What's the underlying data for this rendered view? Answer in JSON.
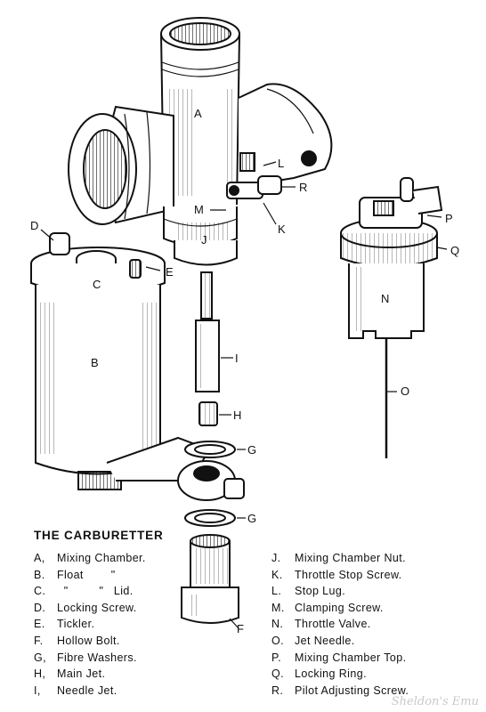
{
  "callouts": [
    "A",
    "B",
    "C",
    "D",
    "E",
    "F",
    "G",
    "G",
    "H",
    "I",
    "J",
    "K",
    "L",
    "M",
    "N",
    "O",
    "P",
    "Q",
    "R"
  ],
  "legend": {
    "title": "THE CARBURETTER",
    "entries": [
      {
        "key": "A,",
        "text": "Mixing Chamber."
      },
      {
        "key": "B.",
        "text": "Float        \""
      },
      {
        "key": "C.",
        "text": "  \"         \"   Lid."
      },
      {
        "key": "D.",
        "text": "Locking Screw."
      },
      {
        "key": "E.",
        "text": "Tickler."
      },
      {
        "key": "F.",
        "text": "Hollow Bolt."
      },
      {
        "key": "G,",
        "text": "Fibre Washers."
      },
      {
        "key": "H,",
        "text": "Main Jet."
      },
      {
        "key": "I,",
        "text": "Needle Jet."
      },
      {
        "key": "J.",
        "text": "Mixing Chamber Nut."
      },
      {
        "key": "K.",
        "text": "Throttle Stop Screw."
      },
      {
        "key": "L.",
        "text": "Stop Lug."
      },
      {
        "key": "M.",
        "text": "Clamping Screw."
      },
      {
        "key": "N.",
        "text": "Throttle Valve."
      },
      {
        "key": "O.",
        "text": "Jet Needle."
      },
      {
        "key": "P.",
        "text": "Mixing Chamber Top."
      },
      {
        "key": "Q.",
        "text": "Locking Ring."
      },
      {
        "key": "R.",
        "text": "Pilot Adjusting Screw."
      }
    ]
  },
  "watermark": "Sheldon's Emu"
}
